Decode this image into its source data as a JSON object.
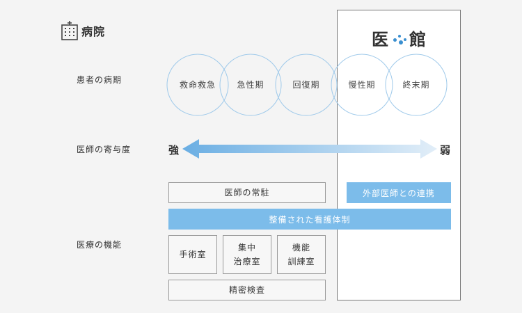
{
  "hospital_label": "病院",
  "facility_logo": {
    "left": "医",
    "right": "館"
  },
  "row_labels": {
    "patient_phase": "患者の病期",
    "physician_contribution": "医師の寄与度",
    "medical_function": "医療の機能"
  },
  "phases": [
    "救命救急",
    "急性期",
    "回復期",
    "慢性期",
    "終末期"
  ],
  "arrow": {
    "left": "強",
    "right": "弱"
  },
  "functions": {
    "resident_physician": "医師の常駐",
    "external_physician": "外部医師との連携",
    "nursing_system": "整備された看護体制",
    "operating_room": "手術室",
    "icu": "集中\n治療室",
    "rehab": "機能\n訓練室",
    "precision_exam": "精密検査"
  },
  "colors": {
    "background": "#f4f4f4",
    "accent_blue": "#7cbcea",
    "circle_stroke": "#9ec9ea",
    "logo_dot": "#3a8fd0"
  }
}
